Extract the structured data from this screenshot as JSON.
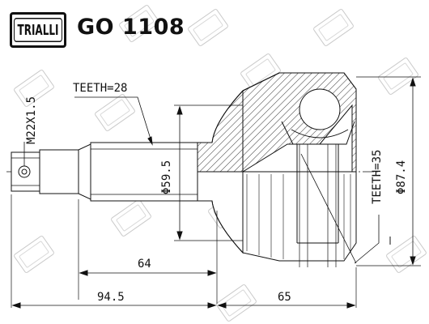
{
  "header": {
    "brand": "TRIALLI",
    "part_number": "GO 1108"
  },
  "dimensions": {
    "thread": "M22X1.5",
    "teeth_outer": "TEETH=28",
    "teeth_inner": "TEETH=35",
    "shaft_diameter": "Φ59.5",
    "housing_diameter": "Φ87.4",
    "shaft_length": "64",
    "stub_length": "94.5",
    "housing_length": "65"
  },
  "colors": {
    "line": "#111111",
    "watermark": "#bdbdbd"
  }
}
